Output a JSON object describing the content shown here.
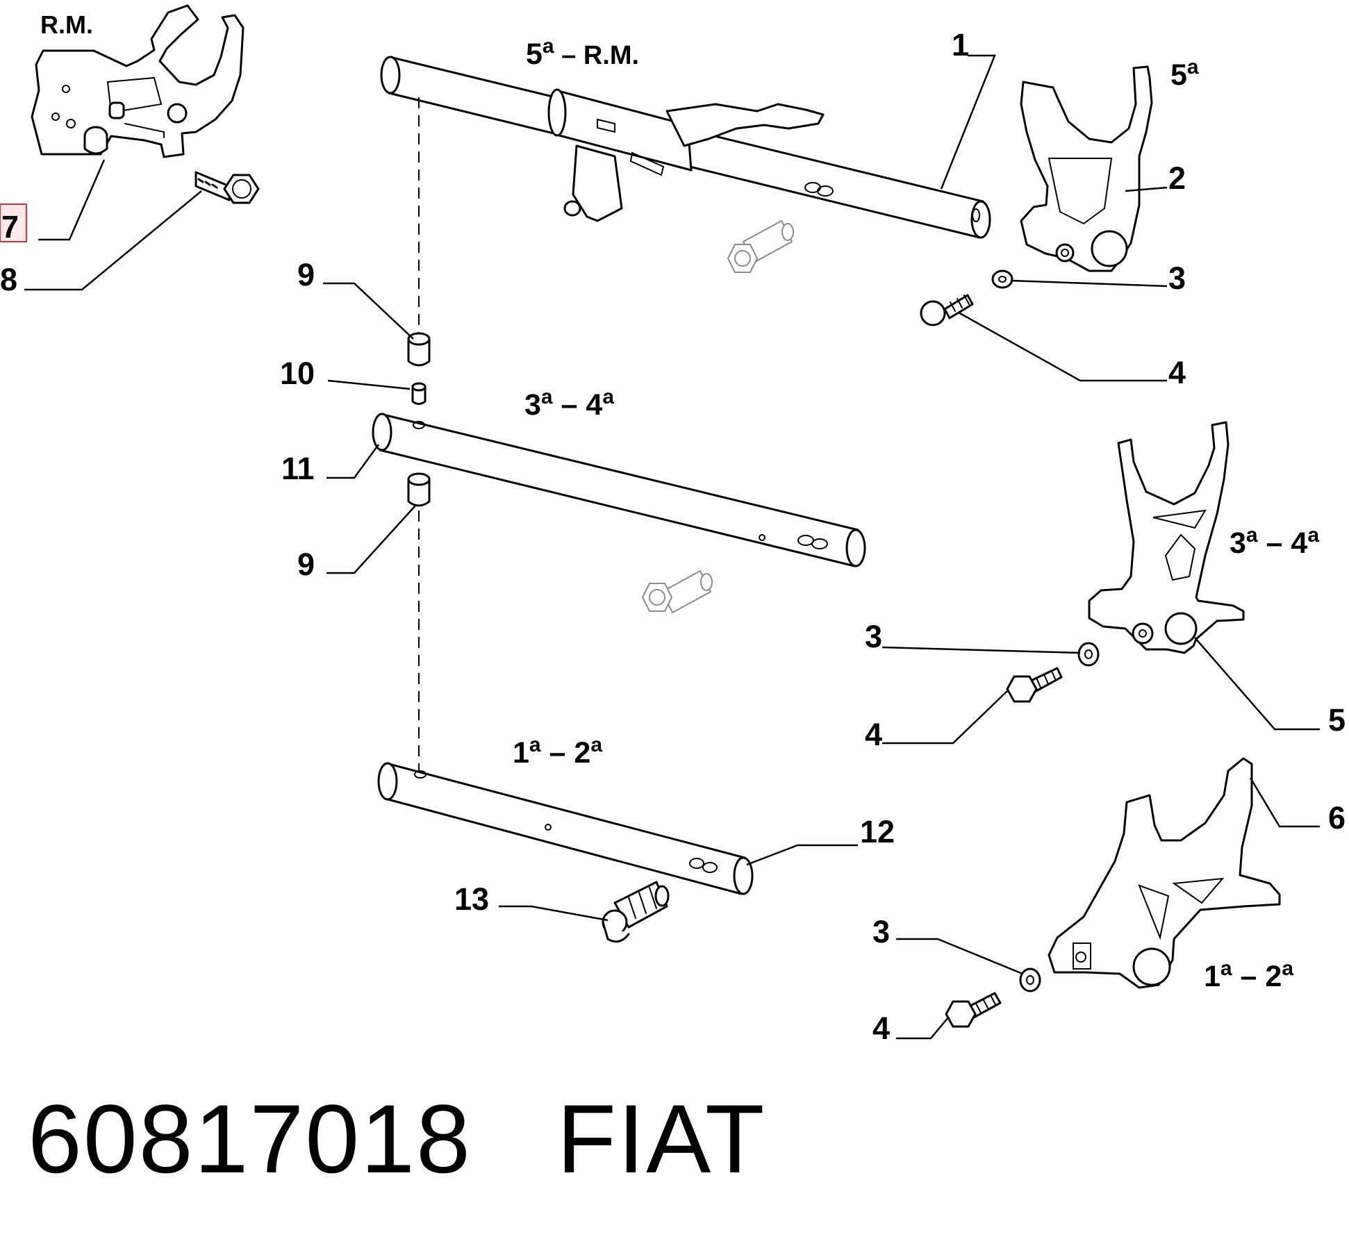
{
  "diagram": {
    "title_code": "60817018",
    "brand": "FIAT",
    "caption": "60817018   FIAT",
    "highlighted_callout": "7",
    "highlight_color": "#d9323c",
    "callouts": {
      "c1": "1",
      "c2": "2",
      "c3a": "3",
      "c3b": "3",
      "c3c": "3",
      "c4a": "4",
      "c4b": "4",
      "c4c": "4",
      "c5": "5",
      "c6": "6",
      "c7": "7",
      "c8": "8",
      "c9a": "9",
      "c9b": "9",
      "c10": "10",
      "c11": "11",
      "c12": "12",
      "c13": "13"
    },
    "gear_labels": {
      "rm_top": "R.M.",
      "shaft_5_rm": {
        "main": "5",
        "sup": "a",
        "tail": " – R.M."
      },
      "shaft_3_4": {
        "a": "3",
        "a_sup": "a",
        "dash": " – ",
        "b": "4",
        "b_sup": "a"
      },
      "shaft_1_2": {
        "a": "1",
        "a_sup": "a",
        "dash": " – ",
        "b": "2",
        "b_sup": "a"
      },
      "fork_5": {
        "main": "5",
        "sup": "a"
      },
      "fork_3_4": {
        "a": "3",
        "a_sup": "a",
        "dash": " – ",
        "b": "4",
        "b_sup": "a"
      },
      "fork_1_2": {
        "a": "1",
        "a_sup": "a",
        "dash": " – ",
        "b": "2",
        "b_sup": "a"
      }
    }
  }
}
